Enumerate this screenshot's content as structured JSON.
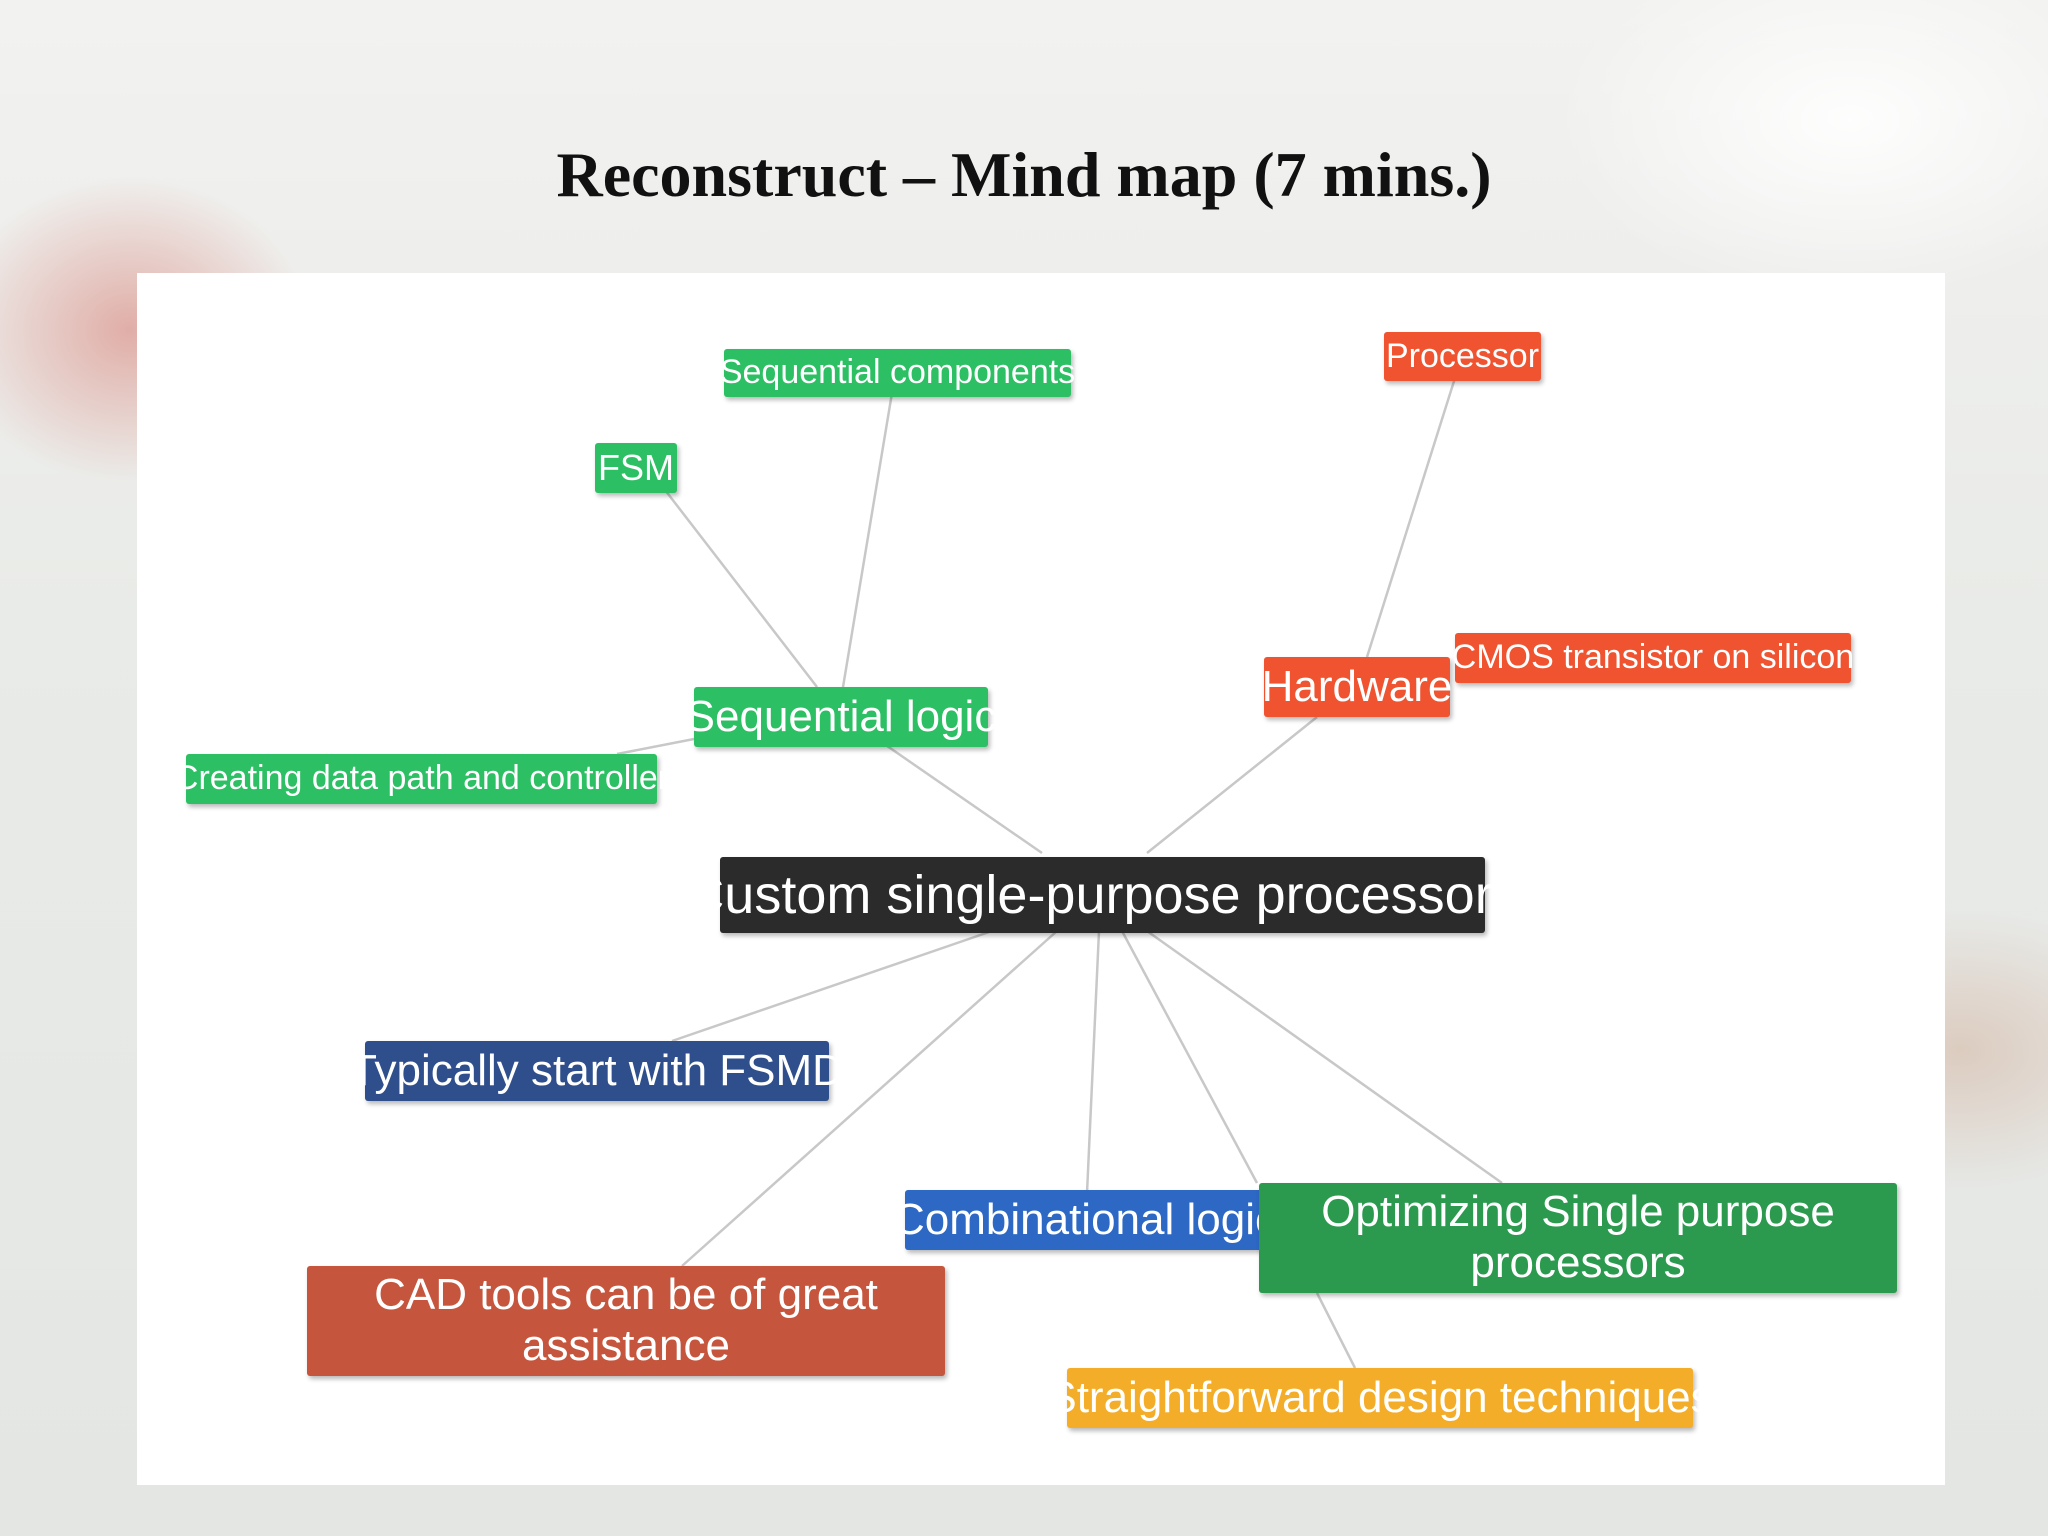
{
  "slide": {
    "title": "Reconstruct – Mind map (7 mins.)"
  },
  "mindmap": {
    "center": {
      "label": "Custom single-purpose processors",
      "color": "#2b2b2b"
    },
    "nodes": {
      "sequential_components": {
        "label": "Sequential components",
        "color": "#2cbf63"
      },
      "fsm": {
        "label": "FSM",
        "color": "#2cbf63"
      },
      "sequential_logic": {
        "label": "Sequential logic",
        "color": "#2cbf63"
      },
      "creating_data_path": {
        "label": "Creating data path and controller",
        "color": "#2cbf63"
      },
      "processor": {
        "label": "Processor",
        "color": "#ef5330"
      },
      "hardware": {
        "label": "Hardware",
        "color": "#ef5330"
      },
      "cmos": {
        "label": "CMOS transistor on silicon",
        "color": "#ef5330"
      },
      "typically_start": {
        "label": "Typically start with FSMD",
        "color": "#2f4f8c"
      },
      "combinational_logic": {
        "label": "Combinational logic",
        "color": "#2c68c4"
      },
      "optimizing": {
        "label": "Optimizing Single purpose processors",
        "color": "#2b9a4f"
      },
      "cad_tools": {
        "label": "CAD tools can be of great assistance",
        "color": "#c5553d"
      },
      "straightforward": {
        "label": "Straightforward design techniques",
        "color": "#f3ad28"
      }
    },
    "edges": [
      [
        "center",
        "sequential_logic"
      ],
      [
        "sequential_logic",
        "fsm"
      ],
      [
        "sequential_logic",
        "sequential_components"
      ],
      [
        "sequential_logic",
        "creating_data_path"
      ],
      [
        "center",
        "hardware"
      ],
      [
        "hardware",
        "processor"
      ],
      [
        "center",
        "typically_start"
      ],
      [
        "center",
        "cad_tools"
      ],
      [
        "center",
        "combinational_logic"
      ],
      [
        "center",
        "optimizing"
      ],
      [
        "center",
        "straightforward"
      ]
    ]
  }
}
